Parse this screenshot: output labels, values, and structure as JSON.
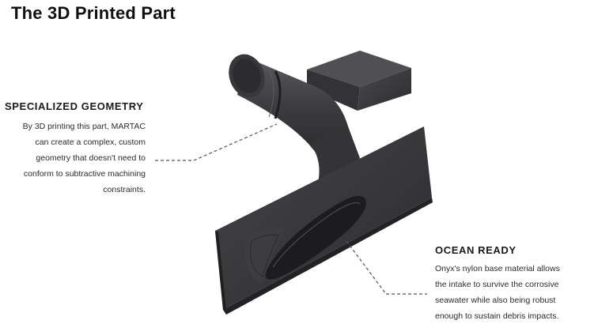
{
  "header": {
    "title": "The 3D Printed Part"
  },
  "callouts": {
    "geometry": {
      "heading": "SPECIALIZED GEOMETRY",
      "lines": [
        "By 3D printing this part, MARTAC",
        "can create a complex, custom",
        "geometry that doesn't need to",
        "conform to subtractive machining",
        "constraints."
      ]
    },
    "ocean": {
      "heading": "OCEAN READY",
      "lines": [
        "Onyx's nylon base material allows",
        "the intake to survive the corrosive",
        "seawater while also being robust",
        "enough to sustain debris impacts."
      ]
    }
  },
  "colors": {
    "part_dark": "#2f2f31",
    "part_mid": "#3a3a3c",
    "part_light": "#4a4a4d",
    "leader": "#555555"
  }
}
